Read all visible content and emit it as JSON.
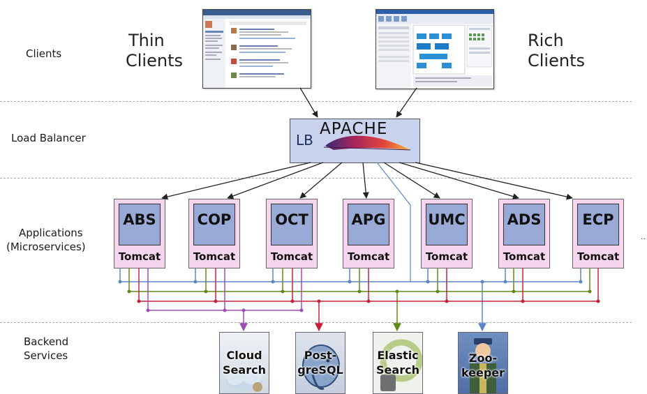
{
  "tiers": {
    "clients": "Clients",
    "load_balancer": "Load Balancer",
    "applications_line1": "Applications",
    "applications_line2": "(Microservices)",
    "backend_line1": "Backend",
    "backend_line2": "Services"
  },
  "client_types": {
    "thin_line1": "Thin",
    "thin_line2": "Clients",
    "rich_line1": "Rich",
    "rich_line2": "Clients"
  },
  "load_balancer": {
    "label": "LB",
    "product": "APACHE"
  },
  "applications": [
    {
      "name": "ABS",
      "server": "Tomcat"
    },
    {
      "name": "COP",
      "server": "Tomcat"
    },
    {
      "name": "OCT",
      "server": "Tomcat"
    },
    {
      "name": "APG",
      "server": "Tomcat"
    },
    {
      "name": "UMC",
      "server": "Tomcat"
    },
    {
      "name": "ADS",
      "server": "Tomcat"
    },
    {
      "name": "ECP",
      "server": "Tomcat"
    }
  ],
  "backend_services": [
    {
      "line1": "Cloud",
      "line2": "Search"
    },
    {
      "line1": "Post-",
      "line2": "greSQL"
    },
    {
      "line1": "Elastic",
      "line2": "Search"
    },
    {
      "line1": "Zoo-",
      "line2": "keeper"
    }
  ],
  "colors": {
    "blue_bus": "#5b87c9",
    "green_bus": "#5e8a1a",
    "red_bus": "#c8203a",
    "purple_bus": "#9b4fb5"
  },
  "ellipsis": ".."
}
